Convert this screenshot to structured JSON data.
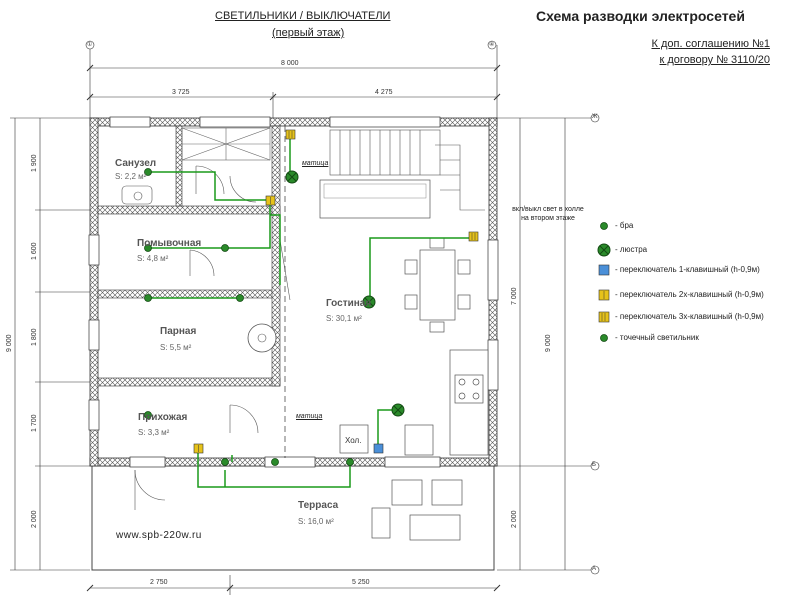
{
  "header": {
    "title_line1": "СВЕТИЛЬНИКИ / ВЫКЛЮЧАТЕЛИ",
    "title_line2": "(первый этаж)",
    "scheme_title": "Схема разводки электросетей",
    "ref_line1": "К доп. соглашению №1",
    "ref_line2": "к договору №  3110/20"
  },
  "dimensions": {
    "top_total": "8 000",
    "top_left": "3 725",
    "top_right": "4 275",
    "bottom_left": "2 750",
    "bottom_right": "5 250",
    "left_total": "9 000",
    "left_1": "1 900",
    "left_2": "1 600",
    "left_3": "1 800",
    "left_4": "1 700",
    "left_5": "2 000",
    "right_total": "9 000",
    "right_upper": "7 000",
    "right_lower": "2 000"
  },
  "axes": {
    "top_left": "①",
    "top_right": "④",
    "right_top": "Ж",
    "right_mid": "Б",
    "right_bottom": "А"
  },
  "rooms": [
    {
      "name": "Санузел",
      "area": "S: 2,2 м²"
    },
    {
      "name": "Помывочная",
      "area": "S: 4,8 м²"
    },
    {
      "name": "Парная",
      "area": "S: 5,5 м²"
    },
    {
      "name": "Прихожая",
      "area": "S: 3,3 м²"
    },
    {
      "name": "Гостиная",
      "area": "S: 30,1 м²"
    },
    {
      "name": "Терраса",
      "area": "S: 16,0 м²"
    }
  ],
  "labels": {
    "matica": "матица",
    "fridge": "Хол.",
    "hall_note": "вкл/выкл свет в холле\nна втором этаже",
    "website": "www.spb-220w.ru"
  },
  "legend": [
    {
      "icon": "sconce-icon",
      "label": "- бра"
    },
    {
      "icon": "chandelier-icon",
      "label": "- люстра"
    },
    {
      "icon": "switch-1-icon",
      "label": "- переключатель 1-клавишный (h-0,9м)"
    },
    {
      "icon": "switch-2-icon",
      "label": "- переключатель 2х-клавишный (h-0,9м)"
    },
    {
      "icon": "switch-3-icon",
      "label": "- переключатель 3х-клавишный (h-0,9м)"
    },
    {
      "icon": "spotlight-icon",
      "label": "- точечный светильник"
    }
  ],
  "colors": {
    "wire": "#1a9a1a",
    "lamp": "#2a8a2a",
    "switch_blue": "#4a8fd8",
    "switch_yellow": "#e6c21a"
  }
}
